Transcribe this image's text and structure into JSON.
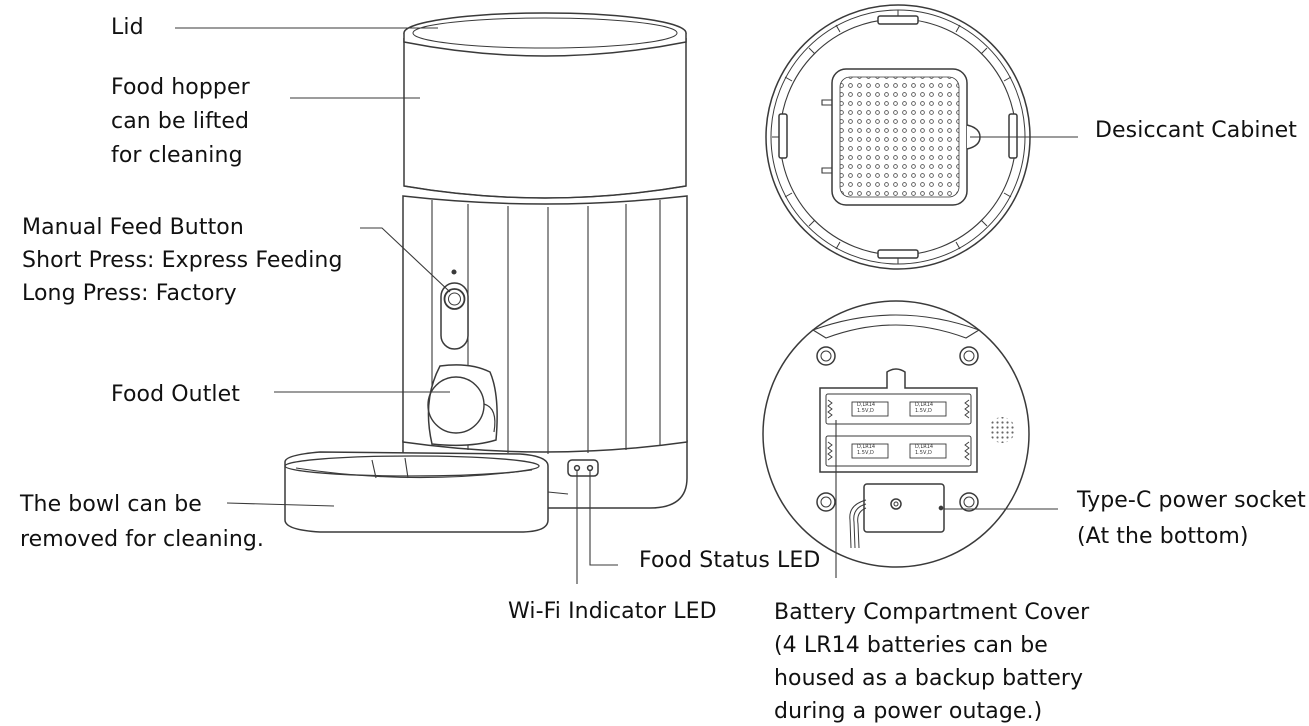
{
  "labels": {
    "lid": "Lid",
    "food_hopper": "Food hopper\ncan be lifted\nfor cleaning",
    "manual_feed_button": "Manual Feed Button\nShort Press: Express Feeding\nLong Press: Factory",
    "food_outlet": "Food Outlet",
    "bowl": "The bowl can be\nremoved for cleaning.",
    "food_status_led": "Food Status LED",
    "wifi_indicator_led": "Wi-Fi Indicator LED",
    "desiccant_cabinet": "Desiccant Cabinet",
    "type_c_power_socket": "Type-C power socket\n(At the bottom)",
    "battery_compartment_cover": "Battery Compartment Cover\n(4 LR14 batteries can be\nhoused as a backup battery\nduring a power outage.)"
  },
  "battery_markings": {
    "cell_top_left": "D,LR14\n1.5V,D",
    "cell_top_right": "D,LR14\n1.5V,D",
    "cell_bottom_left": "D,LR14\n1.5V,D",
    "cell_bottom_right": "D,LR14\n1.5V,D"
  },
  "colors": {
    "line": "#3a3a3a",
    "text": "#111111",
    "background": "#ffffff"
  }
}
